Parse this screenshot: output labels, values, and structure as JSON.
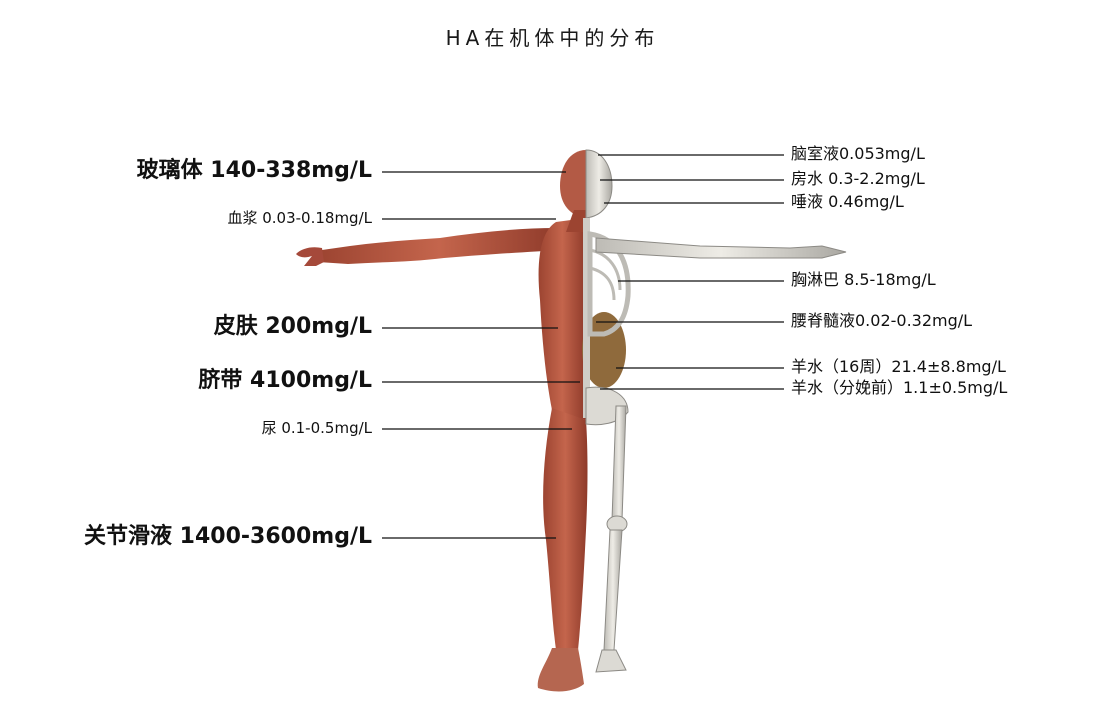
{
  "title": "HA在机体中的分布",
  "left_labels": [
    {
      "text": "玻璃体 140-338mg/L",
      "emphasis": "bold"
    },
    {
      "text": "血浆 0.03-0.18mg/L",
      "emphasis": "normal"
    },
    {
      "text": "皮肤 200mg/L",
      "emphasis": "bold"
    },
    {
      "text": "脐带 4100mg/L",
      "emphasis": "bold"
    },
    {
      "text": "尿 0.1-0.5mg/L",
      "emphasis": "normal"
    },
    {
      "text": "关节滑液 1400-3600mg/L",
      "emphasis": "bold"
    }
  ],
  "right_labels": [
    {
      "text": "脑室液0.053mg/L"
    },
    {
      "text": "房水 0.3-2.2mg/L"
    },
    {
      "text": "唾液 0.46mg/L"
    },
    {
      "text": "胸淋巴 8.5-18mg/L"
    },
    {
      "text": "腰脊髓液0.02-0.32mg/L"
    },
    {
      "text": "羊水（16周）21.4±8.8mg/L"
    },
    {
      "text": "羊水（分娩前）1.1±0.5mg/L"
    }
  ],
  "figure": {
    "description_icon": "human-anatomy-figure",
    "colors": {
      "muscle": "#b8553f",
      "muscle_dark": "#8e3a2a",
      "bone": "#dcdad4",
      "bone_shade": "#a9a7a1",
      "leader": "#111111"
    }
  }
}
